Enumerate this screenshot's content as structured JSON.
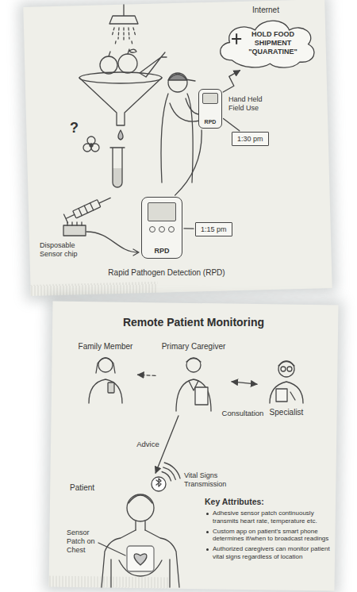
{
  "diagram": {
    "title": "Remote Patient Monitoring",
    "nodes": [
      {
        "text": [
          "Internet",
          "HOLD FOOD SHIPMENT \"QUARATINE\""
        ]
      },
      {
        "text": [
          "RPD"
        ]
      },
      {
        "text": [
          "1:30 pm"
        ]
      },
      {
        "text": [
          "RPD"
        ]
      },
      {
        "text": [
          "1:15 pm"
        ]
      },
      {
        "text": [
          "Family Member"
        ]
      },
      {
        "text": [
          "Primary Caregiver"
        ]
      },
      {
        "text": [
          "Specialist"
        ]
      },
      {
        "text": [
          "Patient"
        ]
      }
    ],
    "edges": [
      {
        "from": 1,
        "to": 0,
        "arrow": "to"
      },
      {
        "from": 3,
        "to": 1,
        "arrow": "none"
      },
      {
        "from": 2,
        "to": 1,
        "arrow": "none"
      },
      {
        "from": 4,
        "to": 3,
        "arrow": "none"
      },
      {
        "from": 6,
        "to": 5,
        "arrow": "to"
      },
      {
        "from": 6,
        "to": 7,
        "label": "Consultation",
        "arrow": "both"
      },
      {
        "from": 6,
        "to": 8,
        "label": "Advice",
        "arrow": "to"
      }
    ],
    "labels": [
      "?",
      "Disposable Sensor chip",
      "Hand Held Field Use",
      "Rapid Pathogen Detection (RPD)",
      "Vital Signs Transmission",
      "Sensor Patch on Chest",
      "Key Attributes:",
      "Adhesive sensor patch continuously transmits heart rate, temperature etc.",
      "Custom app on patient's smart phone determines if/when to broadcast readings",
      "Authorized caregivers can monitor patient vital signs regardless of location"
    ]
  }
}
